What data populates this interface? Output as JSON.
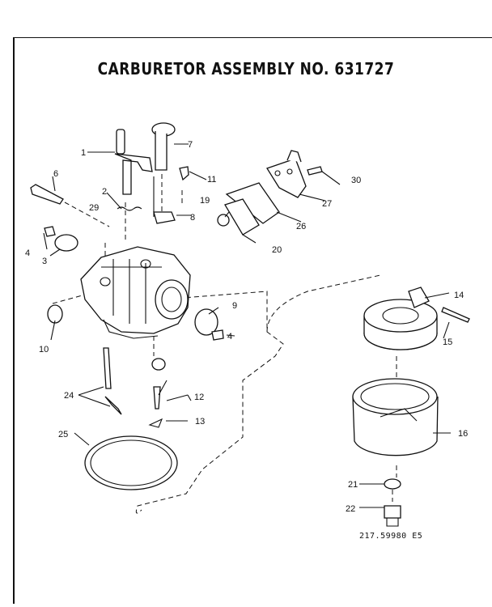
{
  "title": "CARBURETOR ASSEMBLY NO. 631727",
  "diagram_code": "217.59980 E5",
  "callouts": [
    "1",
    "2",
    "3",
    "4",
    "4",
    "6",
    "7",
    "8",
    "9",
    "10",
    "11",
    "12",
    "13",
    "14",
    "15",
    "16",
    "19",
    "20",
    "21",
    "22",
    "24",
    "25",
    "26",
    "27",
    "29",
    "30"
  ]
}
